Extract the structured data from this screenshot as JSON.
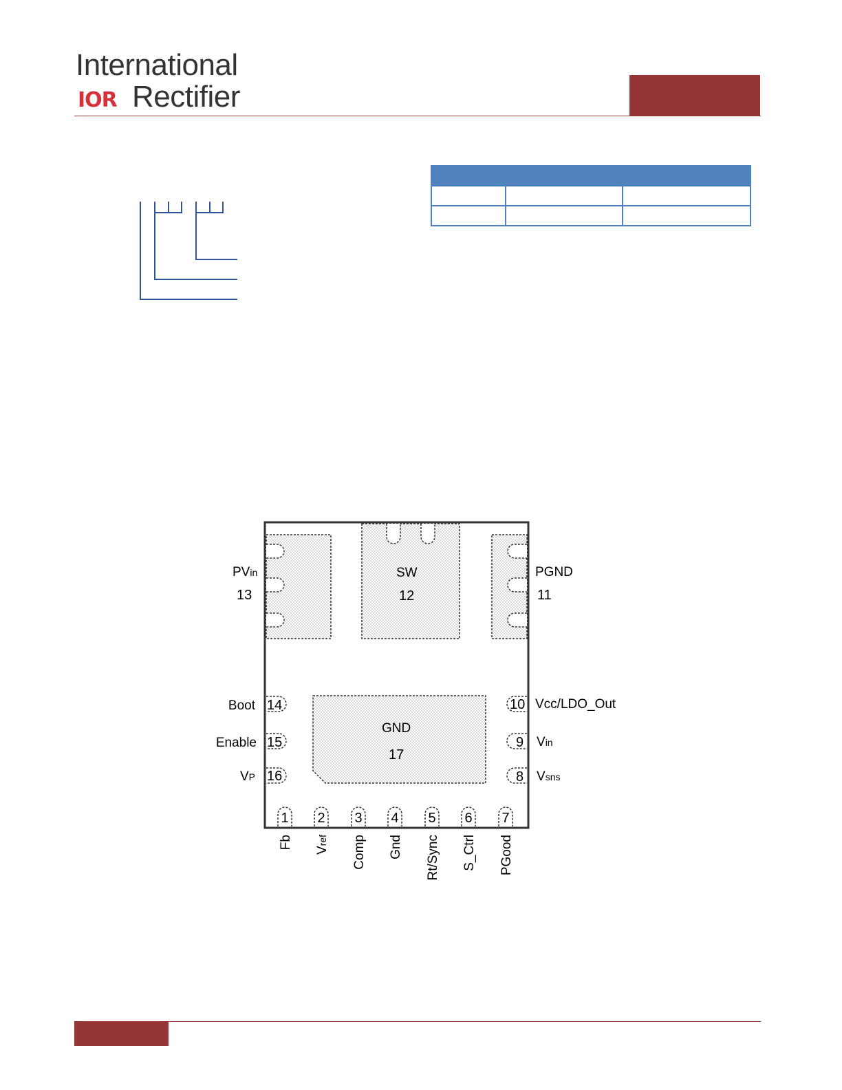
{
  "header": {
    "logo_line1": "International",
    "logo_ior": "IOR",
    "logo_line2": "Rectifier",
    "brand_color": "#963535",
    "logo_red": "#d4313a"
  },
  "table": {
    "header_color": "#4f81bd",
    "columns": 3,
    "rows": 2
  },
  "package": {
    "pads": {
      "pvin": {
        "name": "PV",
        "sub": "in",
        "number": "13"
      },
      "sw": {
        "name": "SW",
        "number": "12"
      },
      "pgnd": {
        "name": "PGND",
        "number": "11"
      },
      "gnd": {
        "name": "GND",
        "number": "17"
      }
    },
    "left_pins": [
      {
        "label": "Boot",
        "sub": "",
        "number": "14"
      },
      {
        "label": "Enable",
        "sub": "",
        "number": "15"
      },
      {
        "label": "V",
        "sub": "P",
        "number": "16"
      }
    ],
    "right_pins": [
      {
        "label": "Vcc/LDO_Out",
        "sub": "",
        "number": "10"
      },
      {
        "label": "V",
        "sub": "in",
        "number": "9"
      },
      {
        "label": "V",
        "sub": "sns",
        "number": "8"
      }
    ],
    "bottom_pins": [
      {
        "label": "Fb",
        "sub": "",
        "number": "1"
      },
      {
        "label": "V",
        "sub": "ref",
        "number": "2"
      },
      {
        "label": "Comp",
        "sub": "",
        "number": "3"
      },
      {
        "label": "Gnd",
        "sub": "",
        "number": "4"
      },
      {
        "label": "Rt/Sync",
        "sub": "",
        "number": "5"
      },
      {
        "label": "S_Ctrl",
        "sub": "",
        "number": "6"
      },
      {
        "label": "PGood",
        "sub": "",
        "number": "7"
      }
    ]
  },
  "footer": {
    "brand_color": "#963535"
  }
}
